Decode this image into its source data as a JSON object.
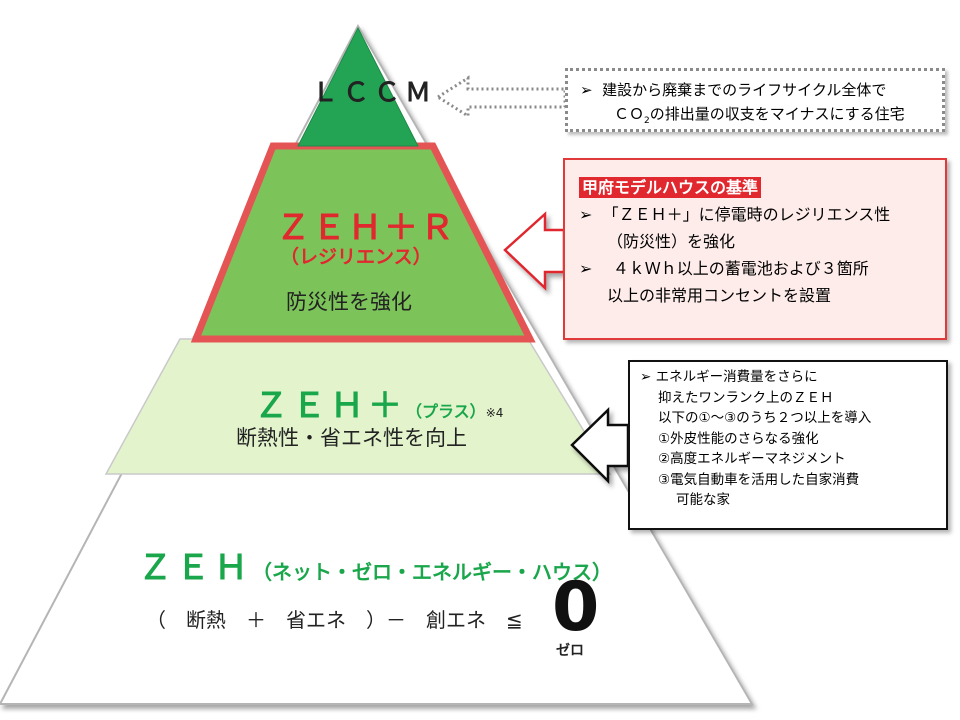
{
  "colors": {
    "top_green": "#23a455",
    "zehr_green": "#7cc35a",
    "zehp_green": "#e3f4cd",
    "red_accent": "#e0282e",
    "text_green": "#1aa64a"
  },
  "levels": {
    "lccm": {
      "label": "ＬＣＣＭ"
    },
    "zeh_r": {
      "title": "ＺＥＨ＋Ｒ",
      "subtitle": "（レジリエンス）",
      "description": "防災性を強化"
    },
    "zeh_plus": {
      "title": "ＺＥＨ＋",
      "subtitle": "（プラス）",
      "note": "※4",
      "description": "断熱性・省エネ性を向上"
    },
    "zeh": {
      "title": "ＺＥＨ",
      "subtitle": "（ネット・ゼロ・エネルギー・ハウス）",
      "formula": "（　断熱　＋　省エネ　）－　創エネ　≦",
      "zero": "0",
      "zero_reading": "ゼロ"
    }
  },
  "callouts": {
    "lccm": {
      "bullet": "➢",
      "line1": "建設から廃棄までのライフサイクル全体で",
      "line2_prefix": "ＣＯ",
      "line2_sub": "2",
      "line2_suffix": "の排出量の収支をマイナスにする住宅"
    },
    "kofu": {
      "header": "甲府モデルハウスの基準",
      "bullet": "➢",
      "item1_line1": "「ＺＥＨ＋」に停電時のレジリエンス性",
      "item1_line2": "（防災性）を強化",
      "item2_line1": "４ｋＷｈ以上の蓄電池および３箇所",
      "item2_line2": "以上の非常用コンセントを設置"
    },
    "zeh_plus": {
      "bullet": "➢",
      "line1": "エネルギー消費量をさらに",
      "line2": "抑えたワンランク上のＺＥＨ",
      "line3": "以下の①～③のうち２つ以上を導入",
      "item1": "①外皮性能のさらなる強化",
      "item2": "②高度エネルギーマネジメント",
      "item3_line1": "③電気自動車を活用した自家消費",
      "item3_line2": "可能な家"
    }
  }
}
